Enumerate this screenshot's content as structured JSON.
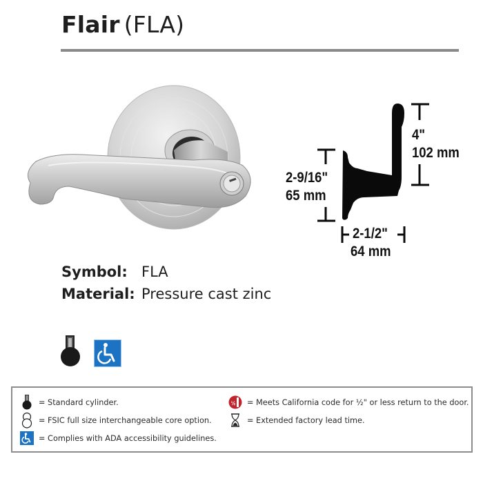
{
  "header": {
    "product_name": "Flair",
    "product_code": "(FLA)"
  },
  "product_image": {
    "alt": "Flair lever with keyed cylinder, satin chrome finish"
  },
  "dimensions": {
    "projection": {
      "imperial": "4\"",
      "metric": "102 mm"
    },
    "rose_diameter": {
      "imperial": "2-9/16\"",
      "metric": "65 mm"
    },
    "lever_return": {
      "imperial": "2-1/2\"",
      "metric": "64 mm"
    }
  },
  "specs": {
    "symbol_label": "Symbol:",
    "symbol_value": "FLA",
    "material_label": "Material:",
    "material_value": "Pressure cast zinc"
  },
  "feature_icons": [
    {
      "icon": "standard-cylinder-icon"
    },
    {
      "icon": "ada-wheelchair-icon"
    }
  ],
  "legend": {
    "items": [
      {
        "icon": "standard-cylinder-icon",
        "text": "= Standard cylinder."
      },
      {
        "icon": "fsic-core-icon",
        "text": "= FSIC full size interchangeable core option."
      },
      {
        "icon": "ada-wheelchair-icon",
        "text": "= Complies with ADA accessibility guidelines."
      },
      {
        "icon": "california-code-icon",
        "text": "= Meets California code for ½\" or less return to the door."
      },
      {
        "icon": "hourglass-icon",
        "text": "= Extended factory lead time."
      }
    ]
  },
  "colors": {
    "rule": "#8a8a8a",
    "ada_blue": "#1c73c4",
    "california_red": "#c0242c",
    "legend_border": "#8c8c8c"
  }
}
